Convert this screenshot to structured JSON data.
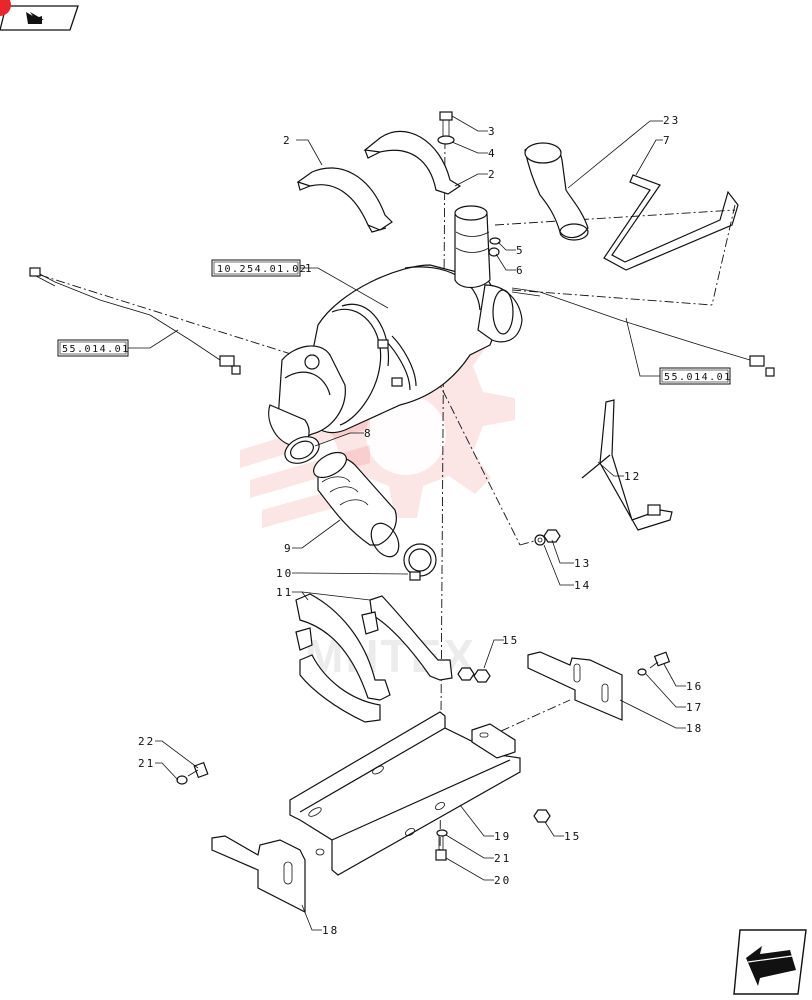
{
  "watermark": {
    "text": "MHTEX",
    "color": "#e8262b"
  },
  "nav": {
    "top_icon": "folder-arrow-icon",
    "bottom_icon": "back-arrow-icon"
  },
  "references": [
    {
      "id": "ref-engine",
      "text": "10.254.01.02",
      "target": "1"
    },
    {
      "id": "ref-harness-left",
      "text": "55.014.01",
      "target": "sensor-left"
    },
    {
      "id": "ref-harness-right",
      "text": "55.014.01",
      "target": "sensor-right"
    }
  ],
  "callouts": [
    {
      "id": "c2a",
      "label": "2"
    },
    {
      "id": "c3",
      "label": "3"
    },
    {
      "id": "c4",
      "label": "4"
    },
    {
      "id": "c2b",
      "label": "2"
    },
    {
      "id": "c23",
      "label": "23"
    },
    {
      "id": "c7",
      "label": "7"
    },
    {
      "id": "c1",
      "label": "1"
    },
    {
      "id": "c5",
      "label": "5"
    },
    {
      "id": "c6",
      "label": "6"
    },
    {
      "id": "c8",
      "label": "8"
    },
    {
      "id": "c12",
      "label": "12"
    },
    {
      "id": "c9",
      "label": "9"
    },
    {
      "id": "c13",
      "label": "13"
    },
    {
      "id": "c14",
      "label": "14"
    },
    {
      "id": "c10",
      "label": "10"
    },
    {
      "id": "c11",
      "label": "11"
    },
    {
      "id": "c15a",
      "label": "15"
    },
    {
      "id": "c16",
      "label": "16"
    },
    {
      "id": "c17",
      "label": "17"
    },
    {
      "id": "c18a",
      "label": "18"
    },
    {
      "id": "c22",
      "label": "22"
    },
    {
      "id": "c21a",
      "label": "21"
    },
    {
      "id": "c15b",
      "label": "15"
    },
    {
      "id": "c19",
      "label": "19"
    },
    {
      "id": "c21b",
      "label": "21"
    },
    {
      "id": "c20",
      "label": "20"
    },
    {
      "id": "c18b",
      "label": "18"
    }
  ]
}
